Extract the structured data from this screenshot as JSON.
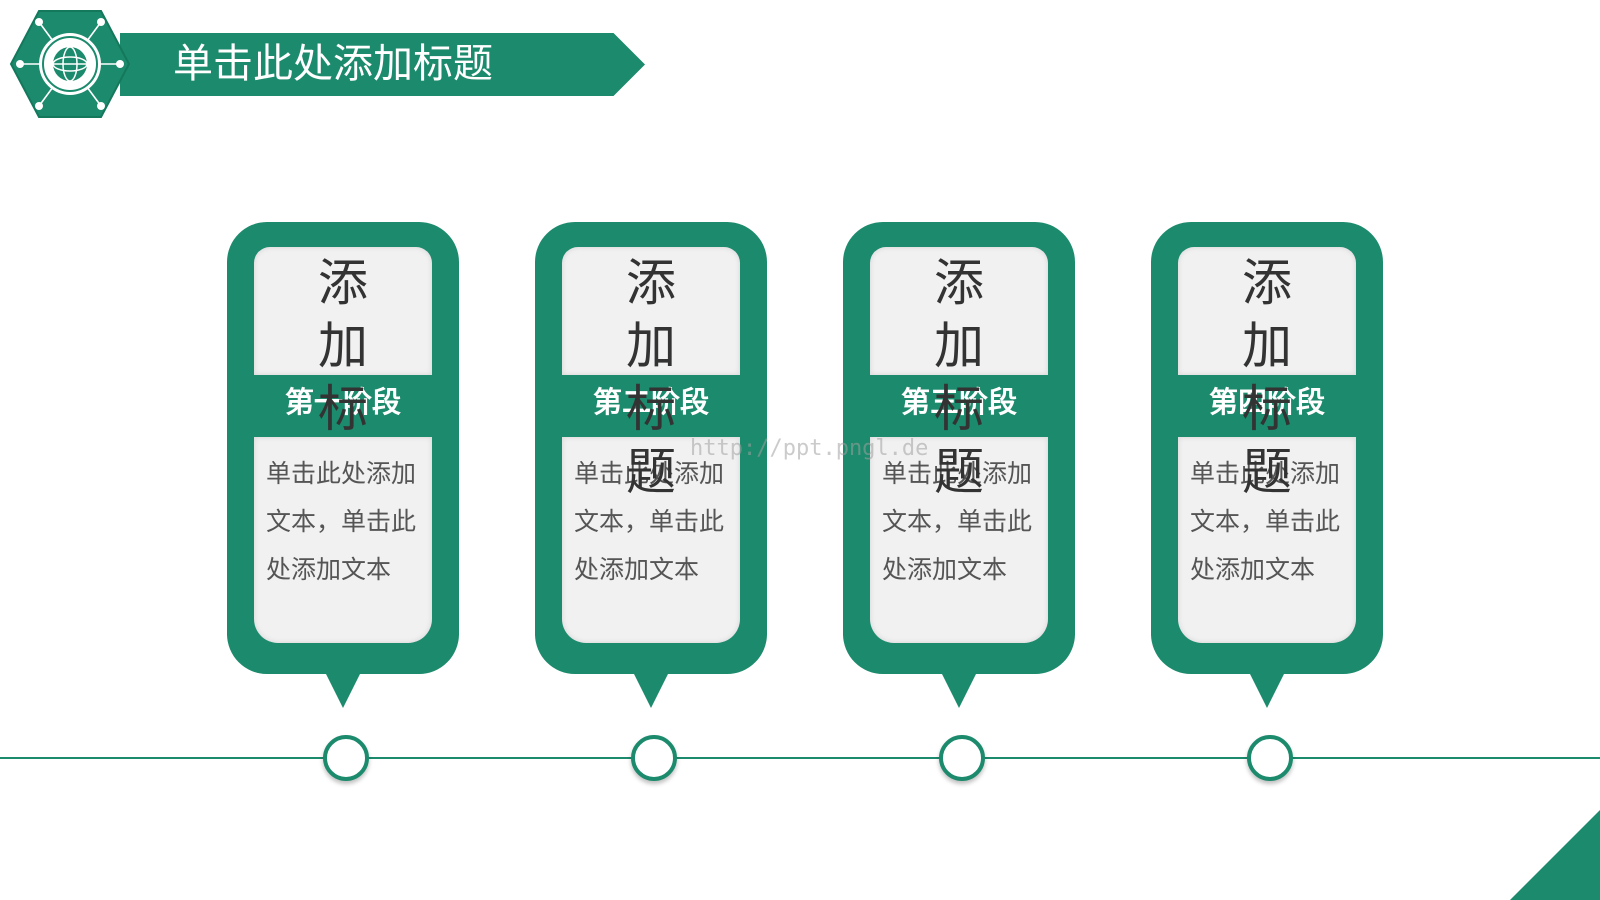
{
  "header": {
    "title": "单击此处添加标题"
  },
  "cards": [
    {
      "vertical_title": [
        "添",
        "加",
        "标"
      ],
      "stage": "第一阶段",
      "body": "单击此处添加文本，单击此处添加文本"
    },
    {
      "vertical_title": [
        "添",
        "加",
        "标",
        "题"
      ],
      "stage": "第二阶段",
      "body": "单击此处添加文本，单击此处添加文本"
    },
    {
      "vertical_title": [
        "添",
        "加",
        "标",
        "题"
      ],
      "stage": "第三阶段",
      "body": "单击此处添加文本，单击此处添加文本"
    },
    {
      "vertical_title": [
        "添",
        "加",
        "标",
        "题"
      ],
      "stage": "第四阶段",
      "body": "单击此处添加文本，单击此处添加文本"
    }
  ],
  "watermark": "http://ppt.pngl.de",
  "colors": {
    "accent": "#1c8a6c",
    "panel": "#f1f1f2"
  }
}
